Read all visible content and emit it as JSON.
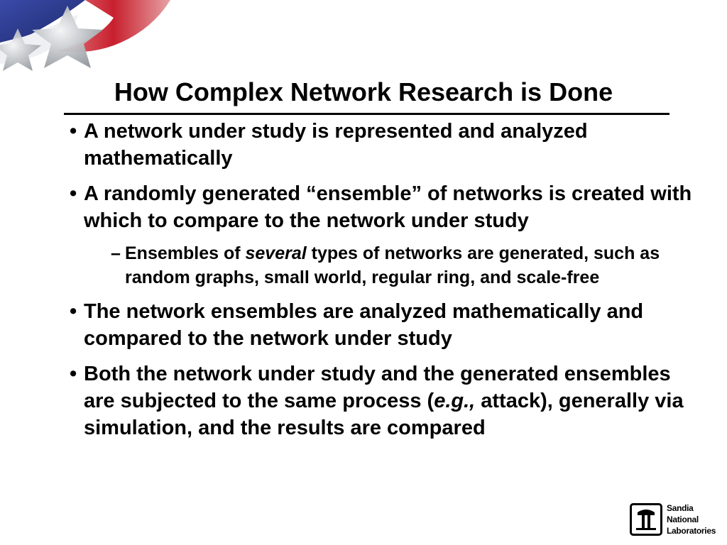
{
  "slide": {
    "title": "How Complex Network Research is Done",
    "bullets": [
      {
        "marker": "•",
        "text": "A network under study is represented and analyzed mathematically"
      },
      {
        "marker": "•",
        "text": "A randomly generated “ensemble” of networks is created with which to compare to the network under study",
        "sub": {
          "marker": "–",
          "before": "Ensembles of ",
          "emphasis": "several",
          "after": " types of networks are generated, such as random graphs, small world, regular ring, and scale-free"
        }
      },
      {
        "marker": "•",
        "text": "The network ensembles are analyzed mathematically and compared to the network under study"
      },
      {
        "marker": "•",
        "before": "Both the network under study and the generated ensembles are subjected to the same process (",
        "emphasis": "e.g.,",
        "after": " attack), generally via simulation, and the results are compared"
      }
    ]
  },
  "logo": {
    "line1": "Sandia",
    "line2": "National",
    "line3": "Laboratories"
  },
  "colors": {
    "flag_red": "#c8202e",
    "flag_blue": "#2d3a8c",
    "star_gray": "#9aa0a6"
  }
}
